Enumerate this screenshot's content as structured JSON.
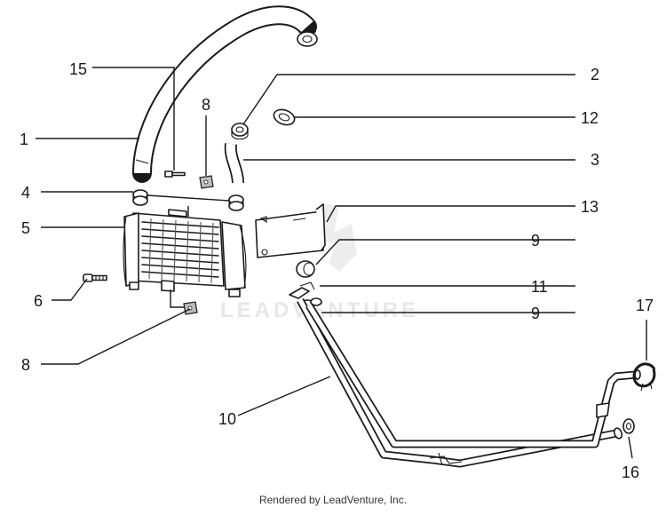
{
  "diagram": {
    "watermark": "LEADVENTURE",
    "footer": "Rendered by LeadVenture, Inc.",
    "callouts": {
      "c1": "1",
      "c2": "2",
      "c3": "3",
      "c4": "4",
      "c5": "5",
      "c6": "6",
      "c8a": "8",
      "c8b": "8",
      "c9a": "9",
      "c9b": "9",
      "c10": "10",
      "c11": "11",
      "c12": "12",
      "c13": "13",
      "c15": "15",
      "c16": "16",
      "c17": "17"
    }
  }
}
